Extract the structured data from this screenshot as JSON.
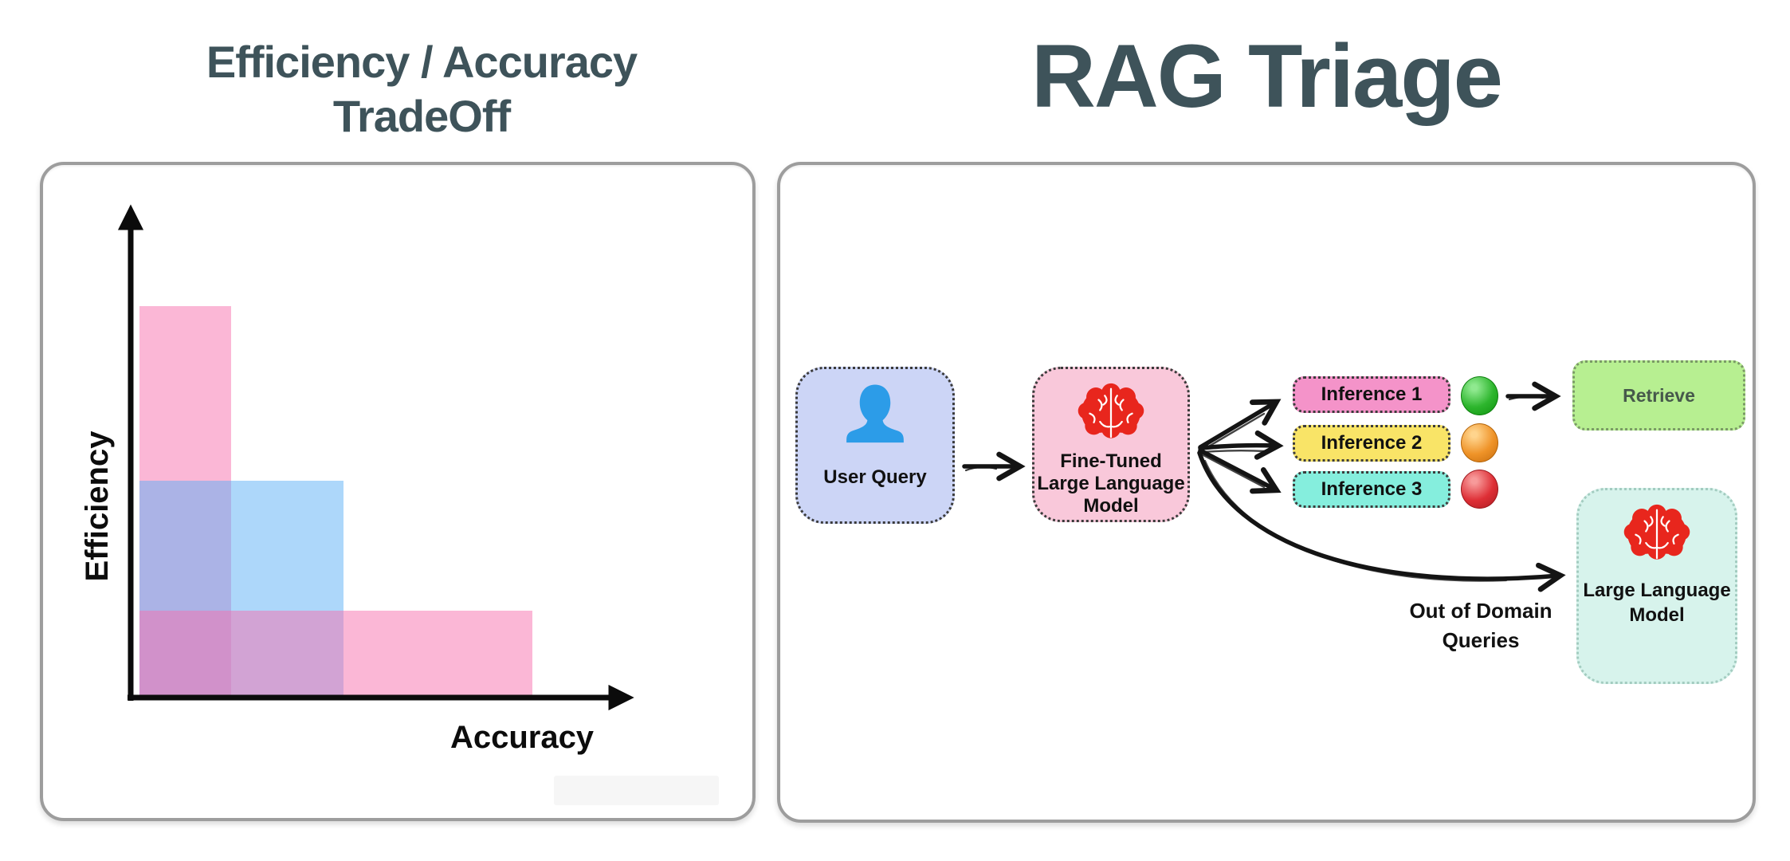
{
  "left_panel": {
    "title_line1": "Efficiency / Accuracy",
    "title_line2": "TradeOff",
    "xlabel": "Accuracy",
    "ylabel": "Efficiency"
  },
  "right_panel": {
    "title": "RAG Triage",
    "user_query": {
      "label": "User Query",
      "fill": "#ccd5f6",
      "icon": "person-icon",
      "icon_color": "#2c9ce8"
    },
    "fine_tuned_llm": {
      "label_line1": "Fine-Tuned",
      "label_line2": "Large Language",
      "label_line3": "Model",
      "fill": "#f9c8da",
      "icon": "brain-icon",
      "icon_color": "#e8261d"
    },
    "inferences": [
      {
        "label": "Inference 1",
        "fill": "#f493c9",
        "status": "green",
        "status_color": "#2db52d"
      },
      {
        "label": "Inference 2",
        "fill": "#f9e467",
        "status": "orange",
        "status_color": "#ef9328"
      },
      {
        "label": "Inference 3",
        "fill": "#85eedd",
        "status": "red",
        "status_color": "#de2f36"
      }
    ],
    "retrieve": {
      "label": "Retrieve",
      "fill": "#b7ef91",
      "text_color": "#46584b"
    },
    "llm": {
      "label_line1": "Large Language",
      "label_line2": "Model",
      "fill": "#d7f3ec",
      "icon": "brain-icon",
      "icon_color": "#e8261d"
    },
    "out_of_domain": {
      "label_line1": "Out of Domain",
      "label_line2": "Queries"
    }
  },
  "colors": {
    "title_text": "#3e535a",
    "panel_border": "#9d9d9d",
    "arrow": "#141414",
    "axis": "#0b0b0b"
  },
  "chart_data": {
    "type": "bar",
    "title": "Efficiency / Accuracy TradeOff",
    "xlabel": "Accuracy",
    "ylabel": "Efficiency",
    "axes": {
      "quantitative": false,
      "x_range": [
        0,
        1
      ],
      "y_range": [
        0,
        1
      ],
      "grid": false
    },
    "bars": [
      {
        "name": "high-efficiency-low-accuracy",
        "accuracy": 0.18,
        "efficiency": 0.78,
        "color": "rgba(247,112,173,0.5)",
        "base_color": "#f770ad"
      },
      {
        "name": "balanced-tradeoff",
        "accuracy": 0.4,
        "efficiency": 0.43,
        "color": "rgba(92,176,246,0.5)",
        "base_color": "#5cb0f6"
      },
      {
        "name": "high-accuracy-low-efficiency",
        "accuracy": 0.77,
        "efficiency": 0.17,
        "color": "rgba(247,112,173,0.5)",
        "base_color": "#f770ad"
      }
    ],
    "note": "Three overlapping translucent bars: tall narrow pink (high efficiency / low accuracy), medium blue (balanced), wide short pink (high accuracy / low efficiency); overlaps render purple."
  }
}
